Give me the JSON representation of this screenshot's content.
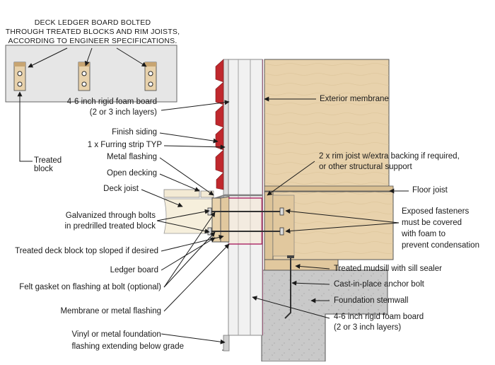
{
  "labels": {
    "inset_title": [
      "DECK LEDGER BOARD BOLTED",
      "THROUGH TREATED BLOCKS AND RIM JOISTS,",
      "ACCORDING TO ENGINEER SPECIFICATIONS."
    ],
    "treated_block": [
      "Treated",
      "block"
    ],
    "rigid_foam_top": [
      "4-6 inch rigid foam board",
      "(2 or 3 inch layers)"
    ],
    "exterior_membrane": "Exterior membrane",
    "finish_siding": "Finish siding",
    "furring_strip": "1 x Furring strip TYP",
    "metal_flashing": "Metal flashing",
    "open_decking": "Open decking",
    "deck_joist": "Deck joist",
    "rim_joist": [
      "2 x rim joist w/extra backing if required,",
      "or other structural support"
    ],
    "floor_joist": "Floor joist",
    "galvanized_bolts": [
      "Galvanized through bolts",
      "in predrilled treated block"
    ],
    "exposed_fasteners": [
      "Exposed fasteners",
      "must be covered",
      "with foam to",
      "prevent condensation"
    ],
    "deck_block_top": "Treated deck block top sloped if desired",
    "ledger_board": "Ledger board",
    "treated_mudsill": "Treated mudsill with sill sealer",
    "felt_gasket": "Felt gasket on flashing at bolt (optional)",
    "anchor_bolt": "Cast-in-place anchor bolt",
    "foundation_stemwall": "Foundation stemwall",
    "membrane_flashing": "Membrane or metal flashing",
    "rigid_foam_bottom": [
      "4-6 inch rigid foam board",
      "(2 or 3 inch layers)"
    ],
    "vinyl_flashing": [
      "Vinyl or metal foundation",
      "flashing extending below grade"
    ]
  },
  "colors": {
    "wood": "#e8d2ac",
    "wood_dark": "#d9bf92",
    "foam": "#f1f1f1",
    "foam_edge": "#8a8a8a",
    "concrete": "#c9c9c9",
    "siding": "#c0282d",
    "membrane": "#b0306a",
    "metal_flashing": "#808080",
    "line": "#1a1a1a"
  }
}
